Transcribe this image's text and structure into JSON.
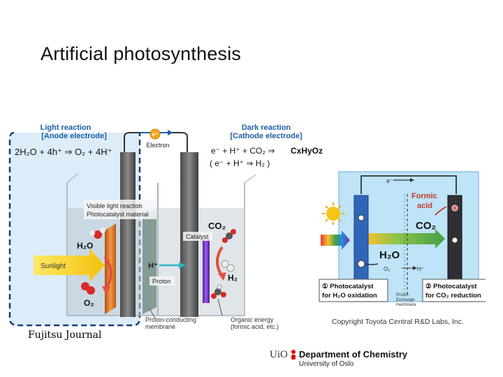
{
  "slide": {
    "title": "Artificial photosynthesis",
    "credit_left": "Fujitsu Journal"
  },
  "left_diagram": {
    "light_reaction_title": "Light reaction",
    "light_reaction_sub": "[Anode electrode]",
    "dark_reaction_title": "Dark reaction",
    "dark_reaction_sub": "[Cathode electrode]",
    "electron_symbol": "e⁻",
    "electron_label": "Electron",
    "anode_equation": "2H₂O + 4h⁺ ⇒ O₂ + 4H⁺",
    "cathode_equation_1": "e⁻ + H⁺ + CO₂ ⇒",
    "cathode_product": "CxHyOz",
    "cathode_equation_2": "( e⁻ + H⁺ ⇒ H₂ )",
    "visible_light_label_1": "Visible light reaction",
    "visible_light_label_2": "Photocatalyst material",
    "co2_label": "CO₂",
    "catalyst_label": "Catalyst",
    "h2o_label": "H₂O",
    "sunlight_label": "Sunlight",
    "proton_symbol": "H⁺",
    "proton_label": "Proton",
    "h2_label": "H₂",
    "o2_label": "O₂",
    "membrane_label_1": "Proton-conducting",
    "membrane_label_2": "membrane",
    "organic_label_1": "Organic energy",
    "organic_label_2": "(formic acid, etc.)",
    "colors": {
      "title_blue": "#1f5fa6",
      "dashed_border": "#1a3b7a",
      "panel_bg": "#d6e9f7",
      "catalyst_purple": "#7a35c9",
      "photocatalyst_orange": "#e07a2e",
      "sunlight_yellow": "#f5d21f",
      "arrow_teal": "#2bb5c4",
      "product_red": "#c0392b"
    }
  },
  "right_diagram": {
    "electron_symbol": "e⁻",
    "formic_acid_1": "Formic",
    "formic_acid_2": "acid",
    "co2_label": "CO₂",
    "h2o_label": "H₂O",
    "o2_label": "O₂",
    "h_plus_label": "H⁺",
    "membrane_1": "Proton",
    "membrane_2": "Exchange",
    "membrane_3": "membrane",
    "photocatalyst_1_line1": "① Photocatalyst",
    "photocatalyst_1_line2": "for H₂O oxidation",
    "photocatalyst_2_line1": "② Photocatalyst",
    "photocatalyst_2_line2": "for CO₂ reduction",
    "copyright": "Copyright Toyota Central R&D Labs, Inc.",
    "colors": {
      "tank_blue": "#bfe3f7",
      "sun_yellow": "#f7c514",
      "electrode_dark": "#2f2f35",
      "electrode_blue": "#2f66b8"
    }
  },
  "footer": {
    "uio_mark": "UiO",
    "department": "Department of Chemistry",
    "university": "University of Oslo",
    "uio_red": "#dd0000"
  }
}
